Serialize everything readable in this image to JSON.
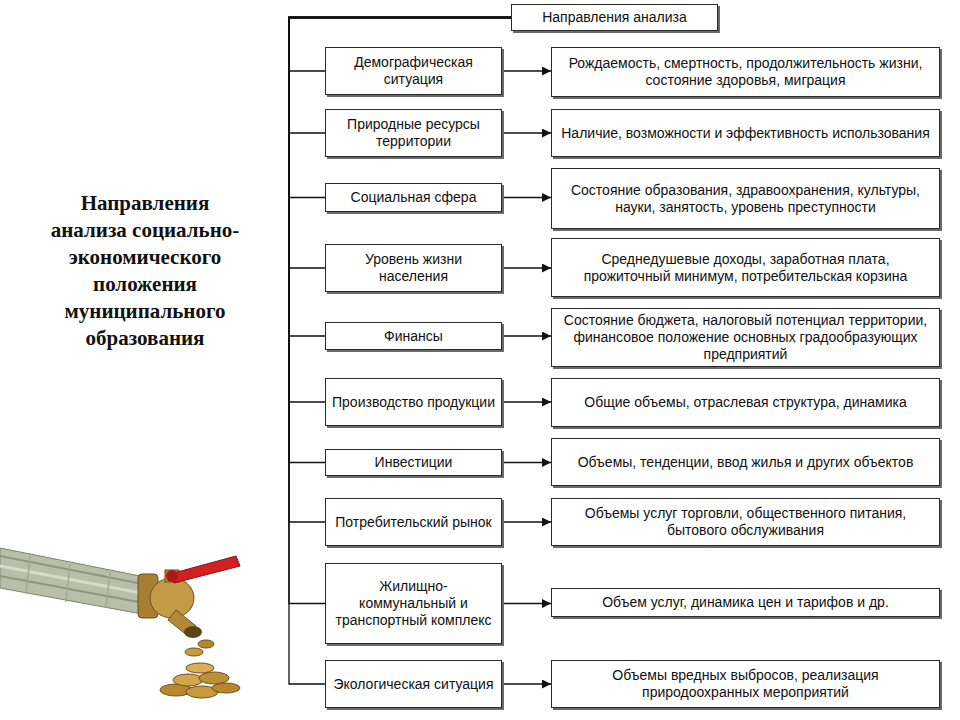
{
  "diagram": {
    "title": "Направления анализа социально-экономического положения муниципального образования",
    "nodes": [
      {
        "text": [
          "Направления анализа"
        ]
      },
      {
        "text": [
          "Демографическая ситуация"
        ]
      },
      {
        "text": [
          "Рождаемость, смертность, продолжительность жизни, состояние здоровья, миграция"
        ]
      },
      {
        "text": [
          "Природные ресурсы территории"
        ]
      },
      {
        "text": [
          "Наличие, возможности и эффективность использования"
        ]
      },
      {
        "text": [
          "Социальная сфера"
        ]
      },
      {
        "text": [
          "Состояние образования, здравоохранения, культуры, науки, занятость, уровень преступности"
        ]
      },
      {
        "text": [
          "Уровень жизни населения"
        ]
      },
      {
        "text": [
          "Среднедушевые доходы, заработная плата, прожиточный минимум, потребительская корзина"
        ]
      },
      {
        "text": [
          "Финансы"
        ]
      },
      {
        "text": [
          "Состояние бюджета, налоговый потенциал территории, финансовое положение основных градообразующих предприятий"
        ]
      },
      {
        "text": [
          "Производство продукции"
        ]
      },
      {
        "text": [
          "Общие объемы, отраслевая структура, динамика"
        ]
      },
      {
        "text": [
          "Инвестиции"
        ]
      },
      {
        "text": [
          "Объемы, тенденции, ввод жилья и других объектов"
        ]
      },
      {
        "text": [
          "Потребительский рынок"
        ]
      },
      {
        "text": [
          "Объемы услуг торговли, общественного питания, бытового обслуживания"
        ]
      },
      {
        "text": [
          "Жилищно-коммунальный и транспортный комплекс"
        ]
      },
      {
        "text": [
          "Объем услуг, динамика цен и тарифов и др."
        ]
      },
      {
        "text": [
          "Экологическая ситуация"
        ]
      },
      {
        "text": [
          "Объемы вредных выбросов, реализация природоохранных мероприятий"
        ]
      }
    ],
    "edges": [
      {
        "from": 0,
        "to": 1,
        "arrow": "none"
      },
      {
        "from": 1,
        "to": 2,
        "arrow": "to"
      },
      {
        "from": 0,
        "to": 3,
        "arrow": "none"
      },
      {
        "from": 3,
        "to": 4,
        "arrow": "to"
      },
      {
        "from": 0,
        "to": 5,
        "arrow": "none"
      },
      {
        "from": 5,
        "to": 6,
        "arrow": "to"
      },
      {
        "from": 0,
        "to": 7,
        "arrow": "none"
      },
      {
        "from": 7,
        "to": 8,
        "arrow": "to"
      },
      {
        "from": 0,
        "to": 9,
        "arrow": "none"
      },
      {
        "from": 9,
        "to": 10,
        "arrow": "to"
      },
      {
        "from": 0,
        "to": 11,
        "arrow": "none"
      },
      {
        "from": 11,
        "to": 12,
        "arrow": "to"
      },
      {
        "from": 0,
        "to": 13,
        "arrow": "none"
      },
      {
        "from": 13,
        "to": 14,
        "arrow": "to"
      },
      {
        "from": 0,
        "to": 15,
        "arrow": "none"
      },
      {
        "from": 15,
        "to": 16,
        "arrow": "to"
      },
      {
        "from": 0,
        "to": 17,
        "arrow": "none"
      },
      {
        "from": 17,
        "to": 18,
        "arrow": "to"
      },
      {
        "from": 0,
        "to": 19,
        "arrow": "none"
      },
      {
        "from": 19,
        "to": 20,
        "arrow": "to"
      }
    ]
  }
}
